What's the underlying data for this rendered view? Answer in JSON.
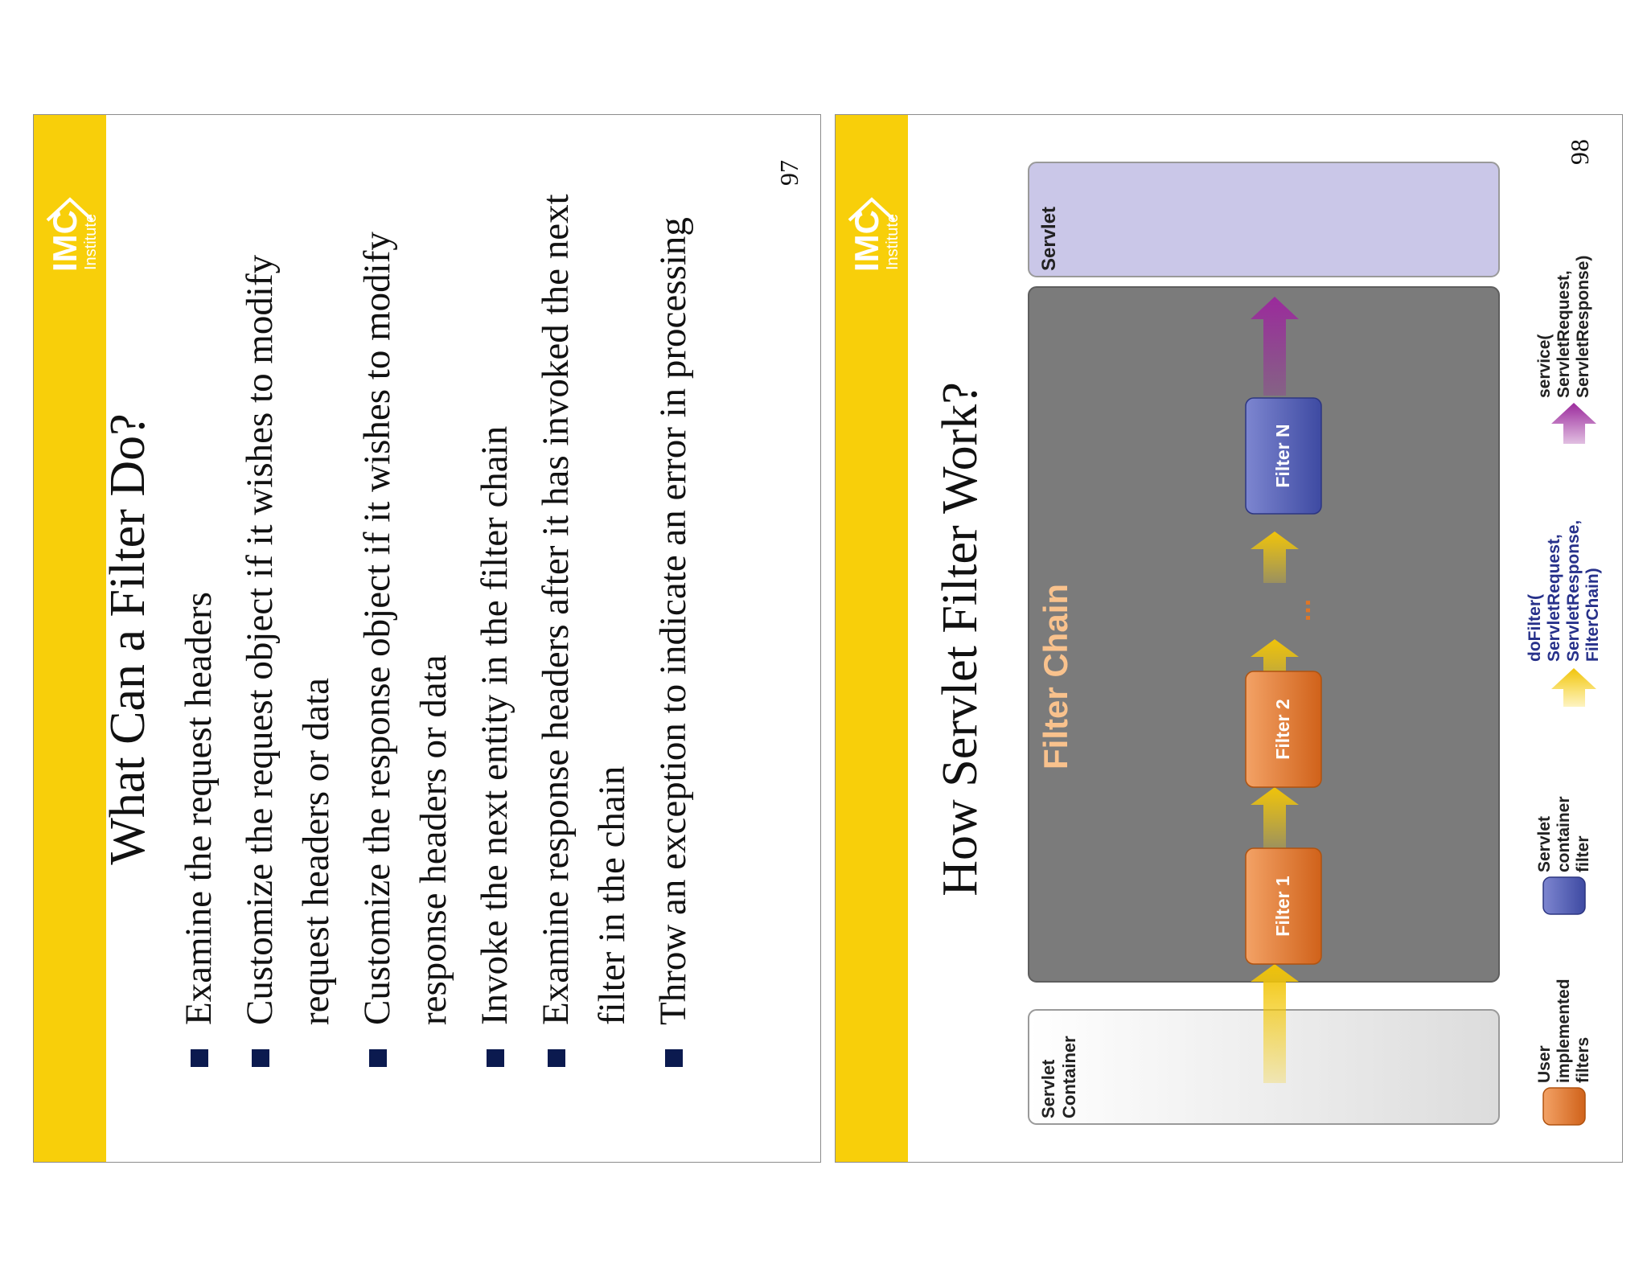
{
  "slide97": {
    "logo": {
      "text": "IMC",
      "subtext": "Institute"
    },
    "title": "What Can a Filter Do?",
    "bullets": [
      "Examine the request headers",
      "Customize the request object if it wishes to modify request headers or data",
      "Customize the response object if it wishes to modify response headers or data",
      "Invoke the next entity in the filter chain",
      "Examine response headers after it has invoked the next filter in the chain",
      "Throw an exception to indicate an error in processing"
    ],
    "page_number": "97"
  },
  "slide98": {
    "logo": {
      "text": "IMC",
      "subtext": "Institute"
    },
    "title": "How Servlet Filter Work?",
    "diagram": {
      "servlet_container_label": [
        "Servlet",
        "Container"
      ],
      "filter_chain_label": "Filter Chain",
      "servlet_label": "Servlet",
      "filter1": "Filter 1",
      "filter2": "Filter 2",
      "ellipsis": "...",
      "filterN": "Filter N",
      "legend_user": [
        "User",
        "implemented",
        "filters"
      ],
      "legend_container": [
        "Servlet",
        "container",
        "filter"
      ],
      "legend_dofilter": [
        "doFilter(",
        "ServletRequest,",
        "ServletResponse,",
        "FilterChain)"
      ],
      "legend_service": [
        "service(",
        "ServletRequest,",
        "ServletResponse)"
      ]
    },
    "colors": {
      "yellow": "#f8cf0a",
      "orange": "#e07626",
      "blue": "#4a57ad",
      "purple": "#9b2a9c",
      "chain_gray": "#7b7b7b",
      "servlet_lavender": "#cac7e8",
      "navy_text": "#27318a"
    },
    "page_number": "98"
  }
}
